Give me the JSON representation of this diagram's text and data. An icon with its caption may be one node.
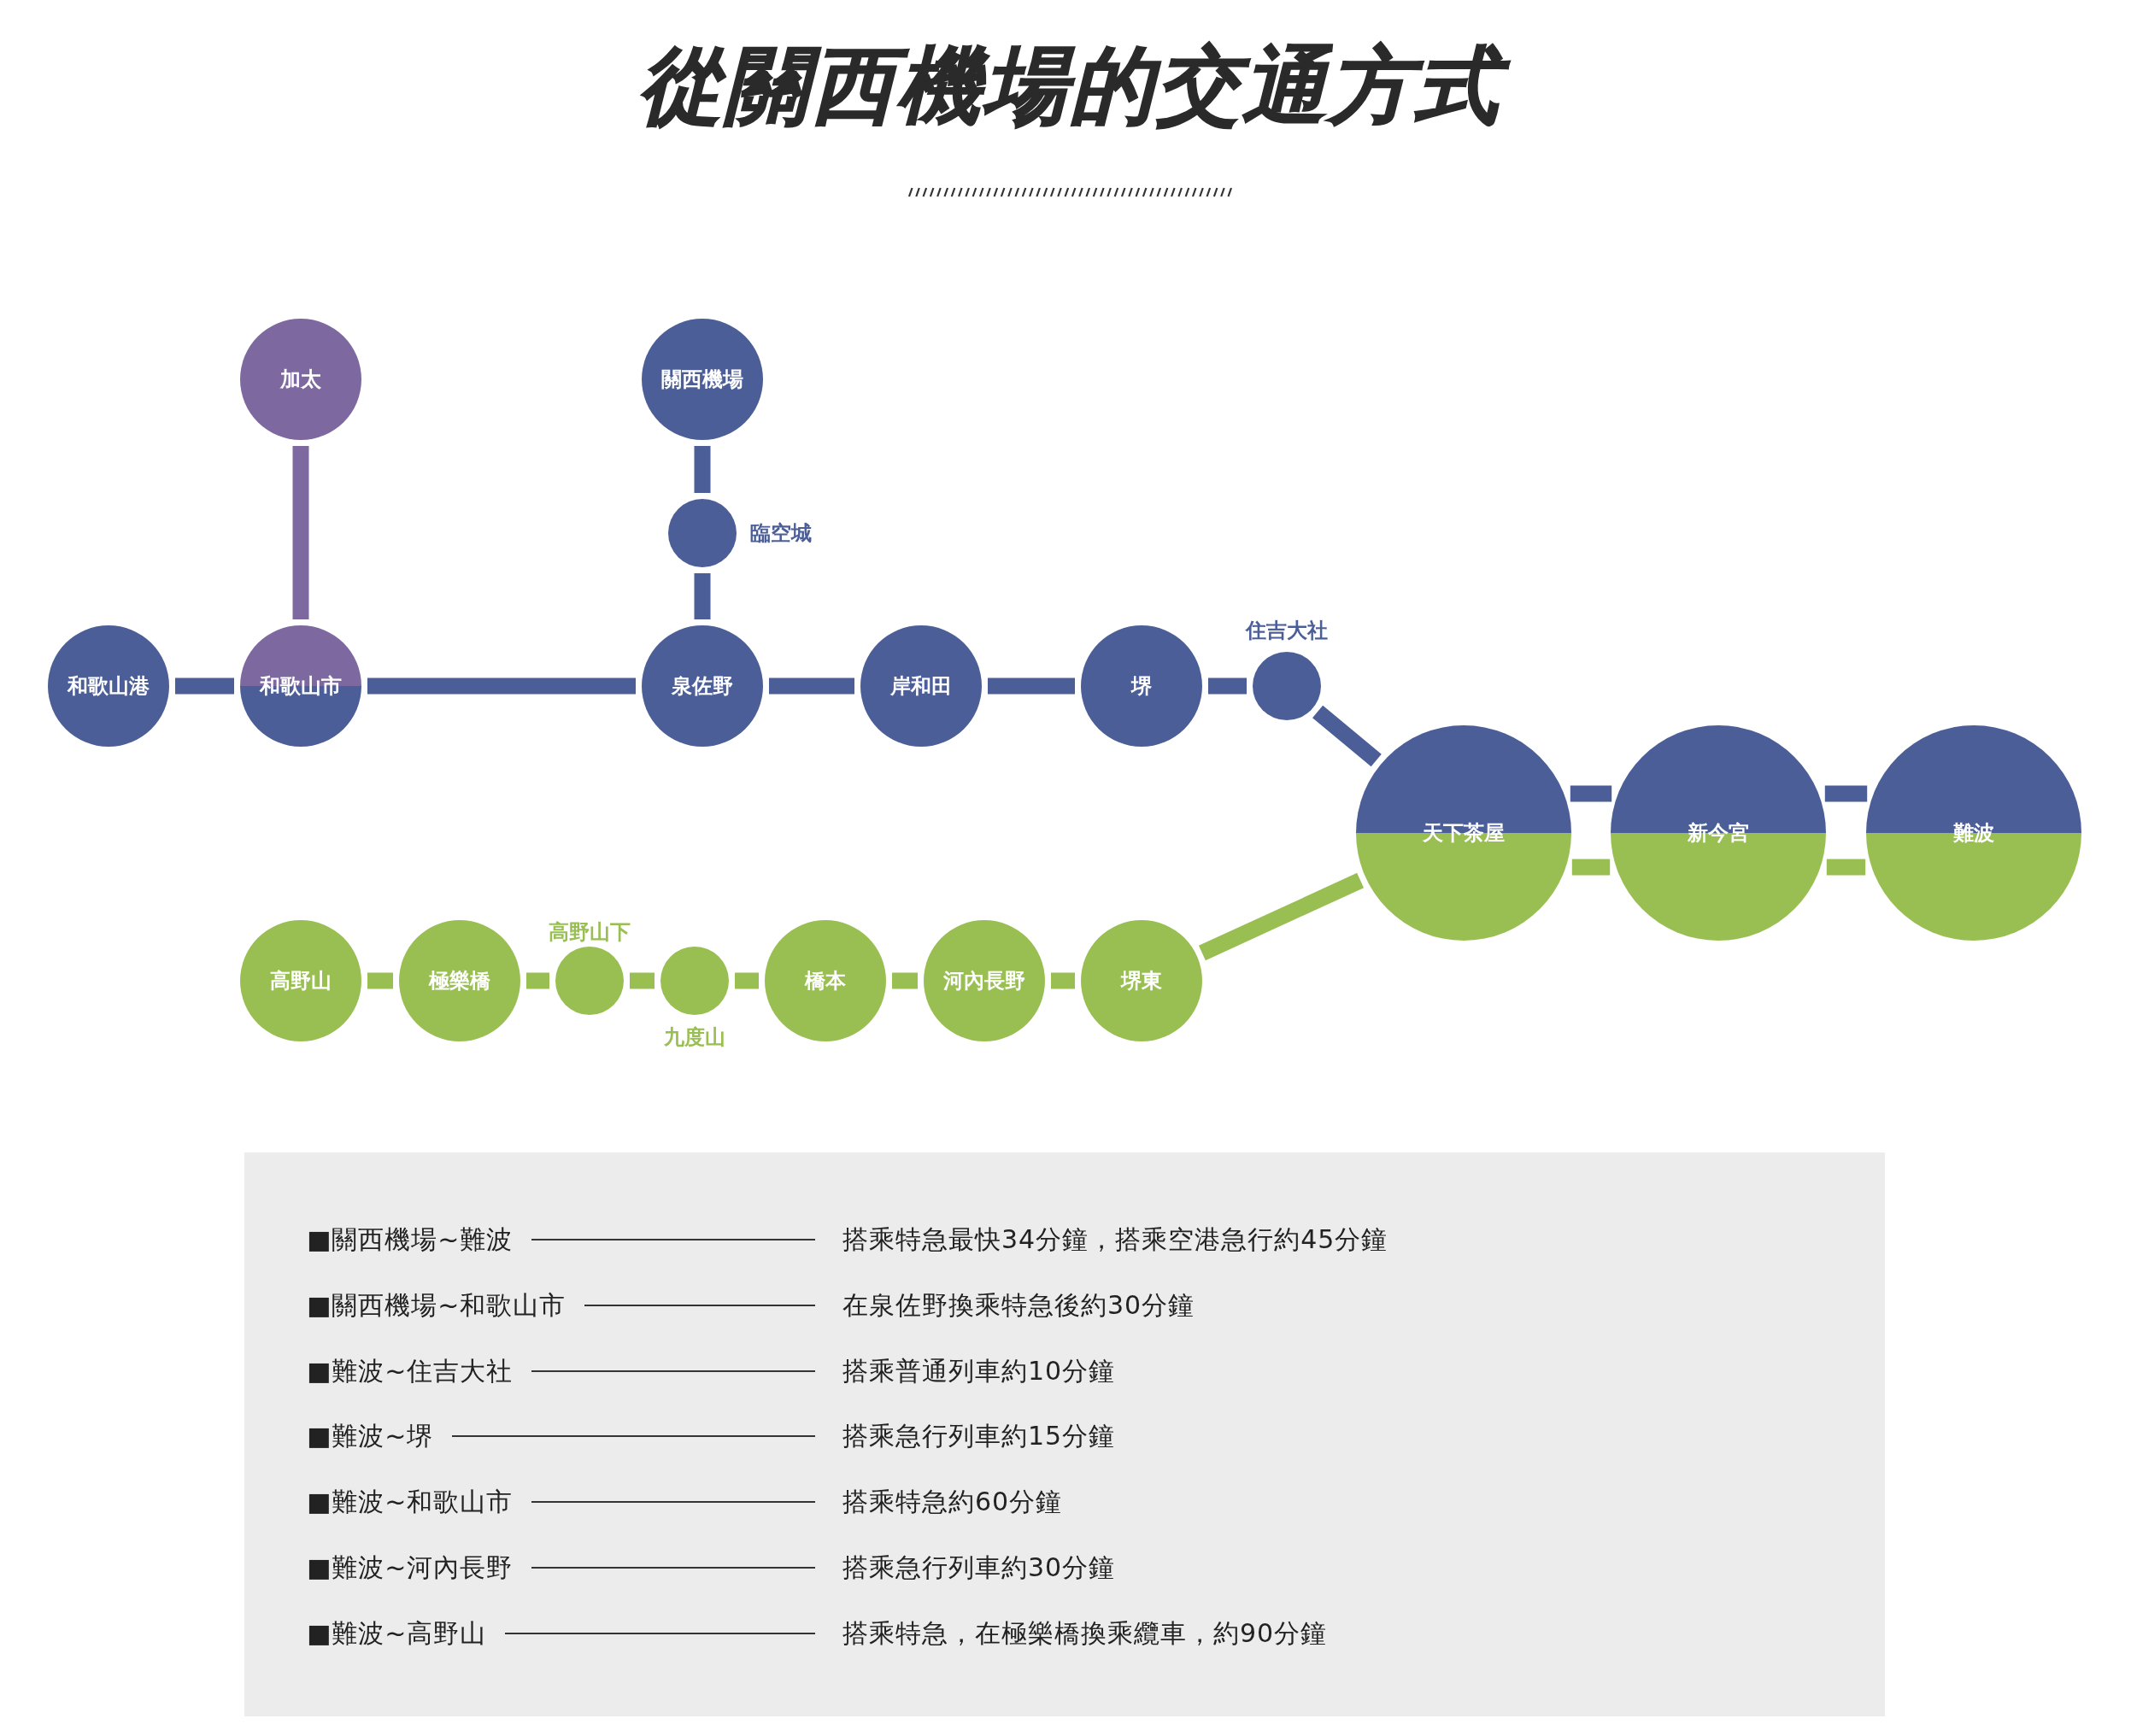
{
  "diagram": {
    "title": "從關西機場的交通方式",
    "nodes": [
      {
        "text": [
          "加太"
        ]
      },
      {
        "text": [
          "關西機場"
        ]
      },
      {
        "text": [],
        "shape": "circle",
        "beside": [
          "臨空城"
        ]
      },
      {
        "text": [
          "和歌山港"
        ]
      },
      {
        "text": [
          "和歌山市"
        ]
      },
      {
        "text": [
          "泉佐野"
        ]
      },
      {
        "text": [
          "岸和田"
        ]
      },
      {
        "text": [
          "堺"
        ]
      },
      {
        "text": [],
        "shape": "circle",
        "beside": [
          "住吉大社"
        ]
      },
      {
        "text": [
          "天下茶屋"
        ]
      },
      {
        "text": [
          "新今宮"
        ]
      },
      {
        "text": [
          "難波"
        ]
      },
      {
        "text": [
          "高野山"
        ]
      },
      {
        "text": [
          "極樂橋"
        ]
      },
      {
        "text": [],
        "shape": "circle",
        "beside": [
          "高野山下"
        ]
      },
      {
        "text": [],
        "shape": "circle",
        "beside": [
          "九度山"
        ]
      },
      {
        "text": [
          "橋本"
        ]
      },
      {
        "text": [
          "河內長野"
        ]
      },
      {
        "text": [
          "堺東"
        ]
      }
    ],
    "edges": [
      {
        "from": 0,
        "to": 4,
        "arrow": "none",
        "color": "#7d68a0"
      },
      {
        "from": 1,
        "to": 2,
        "arrow": "none"
      },
      {
        "from": 2,
        "to": 5,
        "arrow": "none"
      },
      {
        "from": 3,
        "to": 4,
        "arrow": "none"
      },
      {
        "from": 4,
        "to": 5,
        "arrow": "none"
      },
      {
        "from": 5,
        "to": 6,
        "arrow": "none"
      },
      {
        "from": 6,
        "to": 7,
        "arrow": "none"
      },
      {
        "from": 7,
        "to": 8,
        "arrow": "none"
      },
      {
        "from": 8,
        "to": 9,
        "arrow": "none"
      },
      {
        "from": 9,
        "to": 10,
        "arrow": "none"
      },
      {
        "from": 10,
        "to": 11,
        "arrow": "none"
      },
      {
        "from": 9,
        "to": 10,
        "arrow": "none",
        "color": "#99bf53"
      },
      {
        "from": 10,
        "to": 11,
        "arrow": "none",
        "color": "#99bf53"
      },
      {
        "from": 12,
        "to": 13,
        "arrow": "none",
        "color": "#99bf53"
      },
      {
        "from": 13,
        "to": 14,
        "arrow": "none",
        "color": "#99bf53"
      },
      {
        "from": 14,
        "to": 15,
        "arrow": "none",
        "color": "#99bf53"
      },
      {
        "from": 15,
        "to": 16,
        "arrow": "none",
        "color": "#99bf53"
      },
      {
        "from": 16,
        "to": 17,
        "arrow": "none",
        "color": "#99bf53"
      },
      {
        "from": 17,
        "to": 18,
        "arrow": "none",
        "color": "#99bf53"
      },
      {
        "from": 18,
        "to": 9,
        "arrow": "none",
        "color": "#99bf53"
      }
    ],
    "labels": [
      "■關西機場~難波",
      "搭乘特急最快34分鐘，搭乘空港急行約45分鐘",
      "■關西機場~和歌山市",
      "在泉佐野換乘特急後約30分鐘",
      "■難波~住吉大社",
      "搭乘普通列車約10分鐘",
      "■難波~堺",
      "搭乘急行列車約15分鐘",
      "■難波~和歌山市",
      "搭乘特急約60分鐘",
      "■難波~河內長野",
      "搭乘急行列車約30分鐘",
      "■難波~高野山",
      "搭乘特急，在極樂橋換乘纜車，約90分鐘"
    ]
  }
}
